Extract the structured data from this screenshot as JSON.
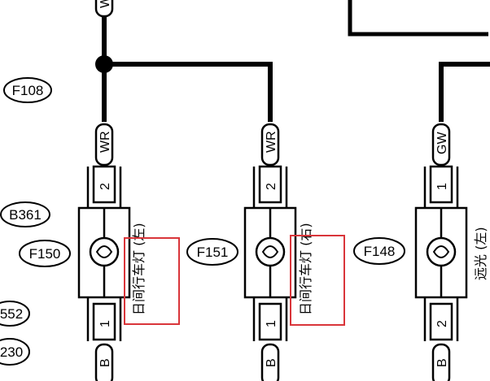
{
  "connectors_left": [
    {
      "id": "F108"
    },
    {
      "id": "B361"
    },
    {
      "id": "F150"
    },
    {
      "id": "552"
    },
    {
      "id": "230"
    }
  ],
  "lamps": [
    {
      "connector_id": "F150",
      "wire_top": "WR",
      "pin_top": "2",
      "pin_bottom": "1",
      "wire_bottom": "B",
      "label": "日间行车灯 (左)",
      "highlighted": true
    },
    {
      "connector_id": "F151",
      "wire_top": "WR",
      "pin_top": "2",
      "pin_bottom": "1",
      "wire_bottom": "B",
      "label": "日间行车灯 (右)",
      "highlighted": true
    },
    {
      "connector_id": "F148",
      "wire_top": "GW",
      "pin_top": "1",
      "pin_bottom": "2",
      "wire_bottom": "B",
      "label": "远光 (左)",
      "highlighted": false
    }
  ],
  "top_wire_label": "W",
  "colors": {
    "line": "#000000",
    "highlight": "#d9353a",
    "background": "#ffffff"
  }
}
